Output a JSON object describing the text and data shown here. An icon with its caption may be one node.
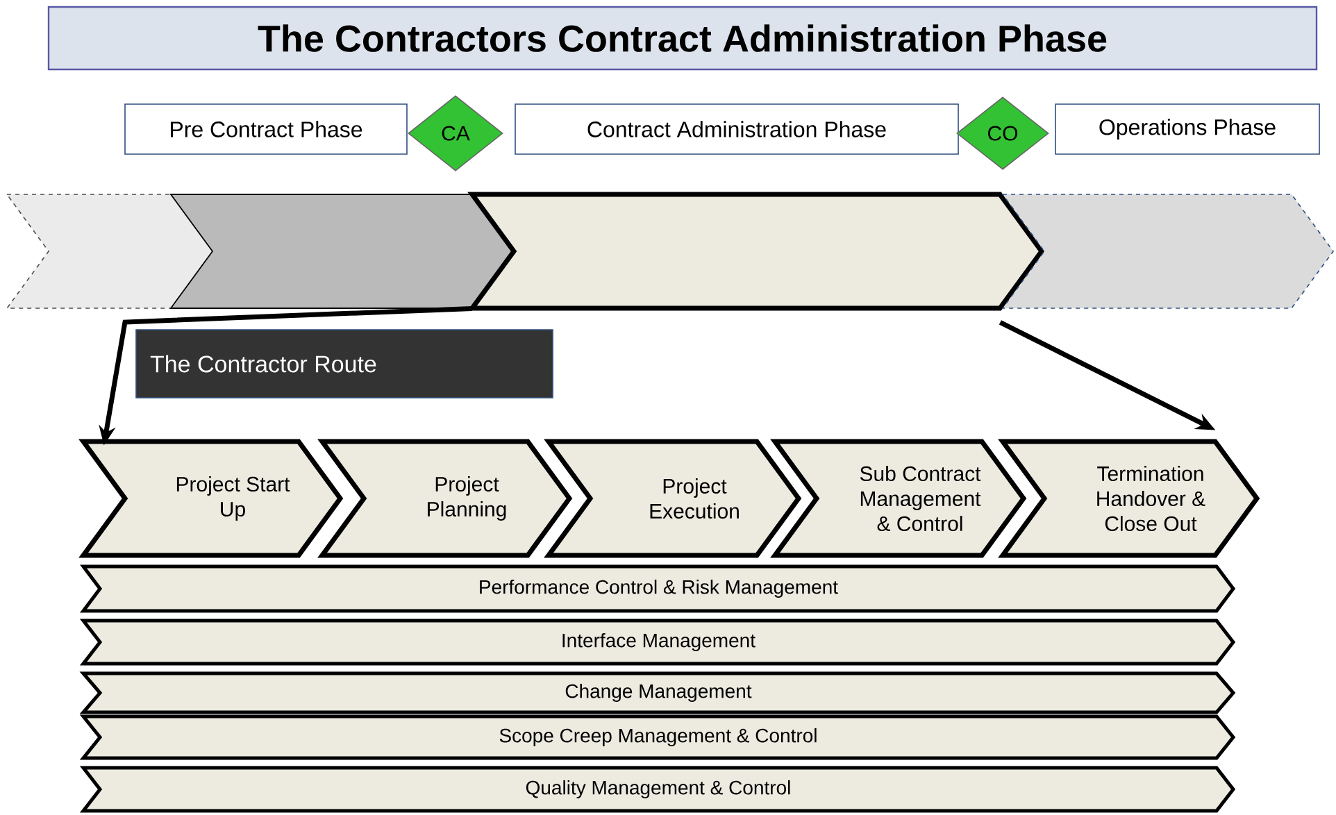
{
  "diagram": {
    "title": "The Contractors Contract Administration  Phase",
    "nodes": [
      {
        "text": [
          "Pre Contract Phase"
        ]
      },
      {
        "text": [
          "CA"
        ]
      },
      {
        "text": [
          "Contract Administration Phase"
        ]
      },
      {
        "text": [
          "CO"
        ]
      },
      {
        "text": [
          "Operations Phase"
        ]
      },
      {
        "text": [],
        "shape": "chevron"
      },
      {
        "text": [],
        "shape": "chevron"
      },
      {
        "text": [],
        "shape": "chevron"
      },
      {
        "text": [],
        "shape": "chevron"
      },
      {
        "text": [
          "The Contractor Route"
        ]
      },
      {
        "text": [
          "Project Start Up"
        ]
      },
      {
        "text": [
          "Project Planning"
        ]
      },
      {
        "text": [
          "Project Execution"
        ]
      },
      {
        "text": [
          "Sub Contract Management & Control"
        ]
      },
      {
        "text": [
          "Termination Handover & Close Out"
        ]
      },
      {
        "text": [
          "Performance Control & Risk Management"
        ]
      },
      {
        "text": [
          "Interface Management"
        ]
      },
      {
        "text": [
          "Change Management"
        ]
      },
      {
        "text": [
          "Scope Creep Management & Control"
        ]
      },
      {
        "text": [
          "Quality Management & Control"
        ]
      }
    ],
    "edges": [
      {
        "from": 7,
        "to": 10,
        "arrow": "to"
      },
      {
        "from": 7,
        "to": 14,
        "arrow": "to"
      }
    ]
  }
}
